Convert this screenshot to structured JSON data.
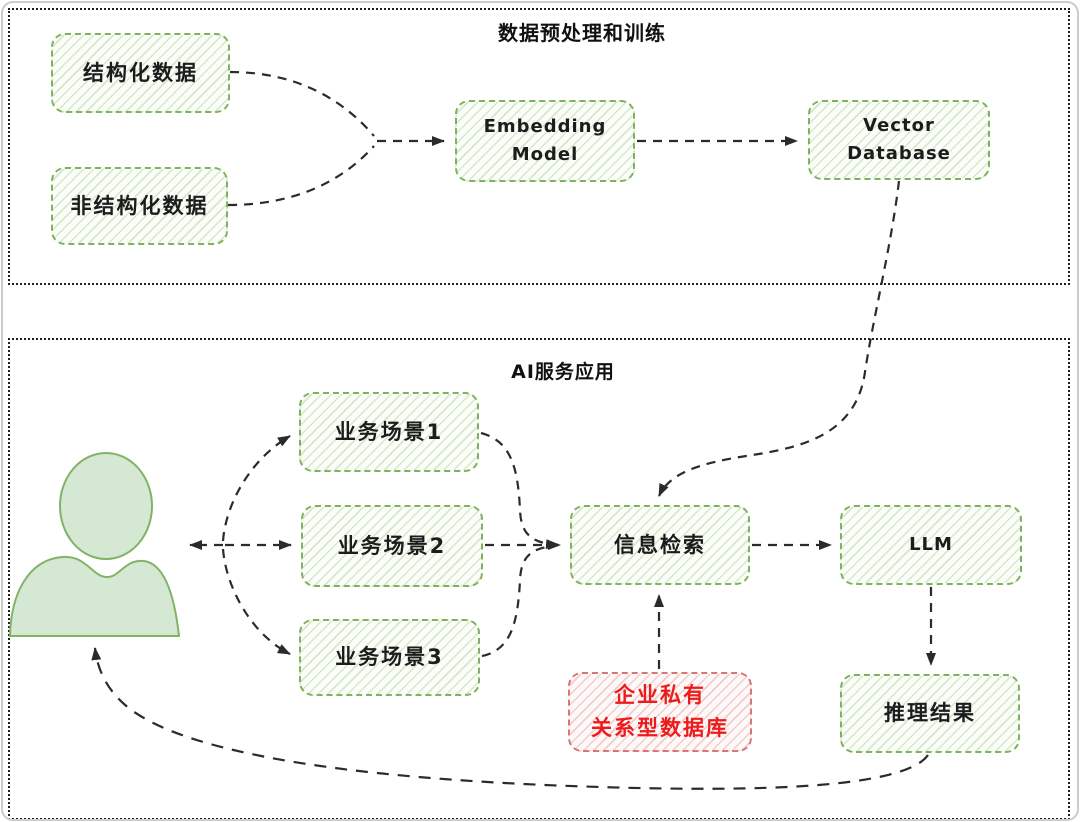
{
  "diagram": {
    "type": "flowchart",
    "subject": "RAG / enterprise AI service architecture"
  },
  "sections": {
    "training": {
      "title": "数据预处理和训练"
    },
    "serving": {
      "title": "AI服务应用"
    }
  },
  "nodes": {
    "structured_data": {
      "label": "结构化数据"
    },
    "unstructured_data": {
      "label": "非结构化数据"
    },
    "embedding_model": {
      "label": "Embedding Model"
    },
    "vector_database": {
      "label": "Vector Database"
    },
    "scenario_1": {
      "label": "业务场景1"
    },
    "scenario_2": {
      "label": "业务场景2"
    },
    "scenario_3": {
      "label": "业务场景3"
    },
    "info_retrieval": {
      "label": "信息检索"
    },
    "llm": {
      "label": "LLM"
    },
    "private_db": {
      "label": "企业私有\n关系型数据库"
    },
    "inference_result": {
      "label": "推理结果"
    }
  },
  "icons": {
    "user": "user-icon"
  },
  "edges": [
    {
      "from": "structured_data",
      "to": "embedding_model"
    },
    {
      "from": "unstructured_data",
      "to": "embedding_model"
    },
    {
      "from": "embedding_model",
      "to": "vector_database"
    },
    {
      "from": "vector_database",
      "to": "info_retrieval"
    },
    {
      "from": "scenarios_branch",
      "to": "user"
    },
    {
      "from": "user",
      "to": "scenario_1"
    },
    {
      "from": "user",
      "to": "scenario_2"
    },
    {
      "from": "user",
      "to": "scenario_3"
    },
    {
      "from": "scenario_1",
      "to": "info_retrieval"
    },
    {
      "from": "scenario_2",
      "to": "info_retrieval"
    },
    {
      "from": "scenario_3",
      "to": "info_retrieval"
    },
    {
      "from": "info_retrieval",
      "to": "llm"
    },
    {
      "from": "private_db",
      "to": "info_retrieval"
    },
    {
      "from": "llm",
      "to": "inference_result"
    },
    {
      "from": "inference_result",
      "to": "user"
    }
  ],
  "colors": {
    "green_border": "#7fb25d",
    "green_fill": "#edf5ea",
    "person_fill": "#d5e8d4",
    "person_stroke": "#82b366",
    "red_border": "#d97575",
    "red_text": "#ee1b1b",
    "arrow": "#2b2b2b",
    "section_border": "#1f1f1f"
  }
}
